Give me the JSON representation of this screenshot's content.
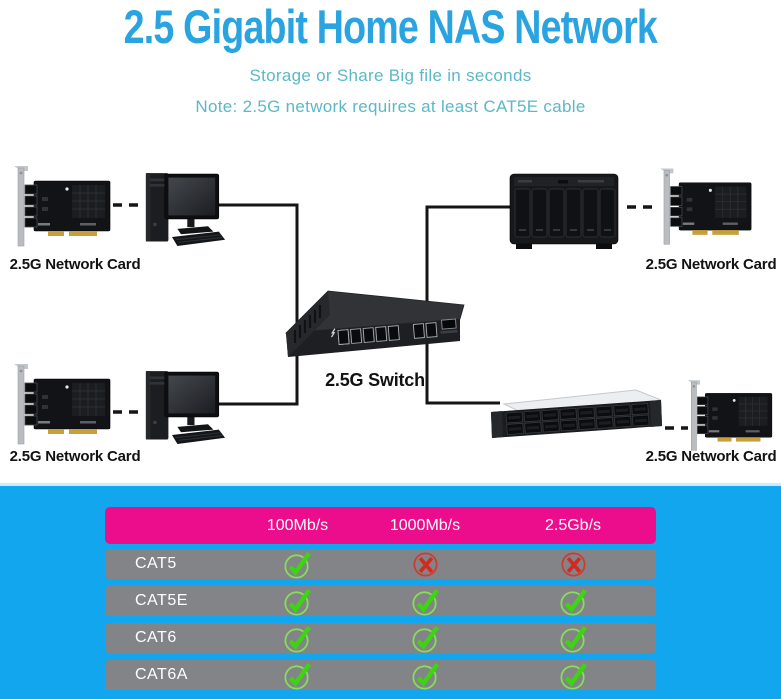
{
  "header": {
    "title": "2.5 Gigabit Home NAS Network",
    "subtitle": "Storage or Share Big file in seconds",
    "note": "Note: 2.5G network requires at least CAT5E cable"
  },
  "diagram": {
    "network_card_label": "2.5G Network Card",
    "switch_label": "2.5G Switch"
  },
  "table": {
    "columns": [
      "100Mb/s",
      "1000Mb/s",
      "2.5Gb/s"
    ],
    "rows": [
      {
        "label": "CAT5",
        "values": [
          "cross_placeholder_check",
          "cross",
          "cross"
        ]
      },
      {
        "label": "CAT5E",
        "values": [
          "check",
          "check",
          "check"
        ]
      },
      {
        "label": "CAT6",
        "values": [
          "check",
          "check",
          "check"
        ]
      },
      {
        "label": "CAT6A",
        "values": [
          "check",
          "check",
          "check"
        ]
      }
    ]
  },
  "colors": {
    "title_blue": "#2aa4e0",
    "subtitle_teal": "#5ab9c7",
    "band_blue": "#12a6ef",
    "band_border": "#c9edfb",
    "header_pink": "#eb0d8c",
    "row_gray": "#828487",
    "check_green": "#3fd411",
    "check_circle_green": "#86df59",
    "cross_red": "#d5281e",
    "cross_circle_red": "#cf3a31",
    "line_black": "#151515",
    "label_black": "#121212",
    "text_white": "#ffffff"
  }
}
